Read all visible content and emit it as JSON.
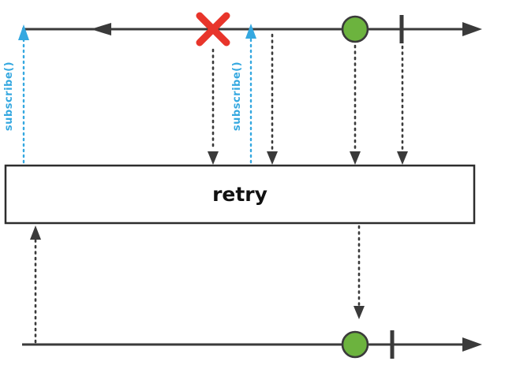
{
  "page": {
    "background": "#ffffff"
  },
  "diagram": {
    "kind": "rxjs-marble-diagram",
    "operator_box": {
      "label": "retry"
    },
    "subscribe_arrows": [
      {
        "label": "subscribe()"
      },
      {
        "label": "subscribe()"
      }
    ],
    "colors": {
      "line_dark": "#3a3a3a",
      "error_red": "#e8352b",
      "marble_green": "#6cb33e",
      "subscribe_blue": "#35a8e0",
      "box_fill": "#ffffff",
      "box_border": "#2d2d2d",
      "label_text": "#111111"
    },
    "source_timeline": {
      "events": [
        {
          "type": "error",
          "marker": "red-x"
        },
        {
          "type": "next",
          "marker": "green-marble"
        },
        {
          "type": "complete",
          "marker": "vertical-tick"
        }
      ],
      "resubscribe_arrowhead": "points-left-toward-start"
    },
    "output_timeline": {
      "events": [
        {
          "type": "next",
          "marker": "green-marble"
        },
        {
          "type": "complete",
          "marker": "vertical-tick"
        }
      ]
    }
  }
}
